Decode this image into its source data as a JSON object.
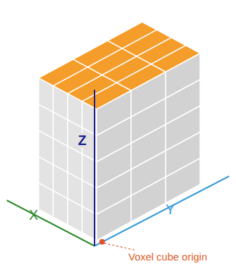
{
  "diagram": {
    "labels": [
      "Z",
      "X",
      "Y",
      "Voxel cube origin"
    ]
  }
}
